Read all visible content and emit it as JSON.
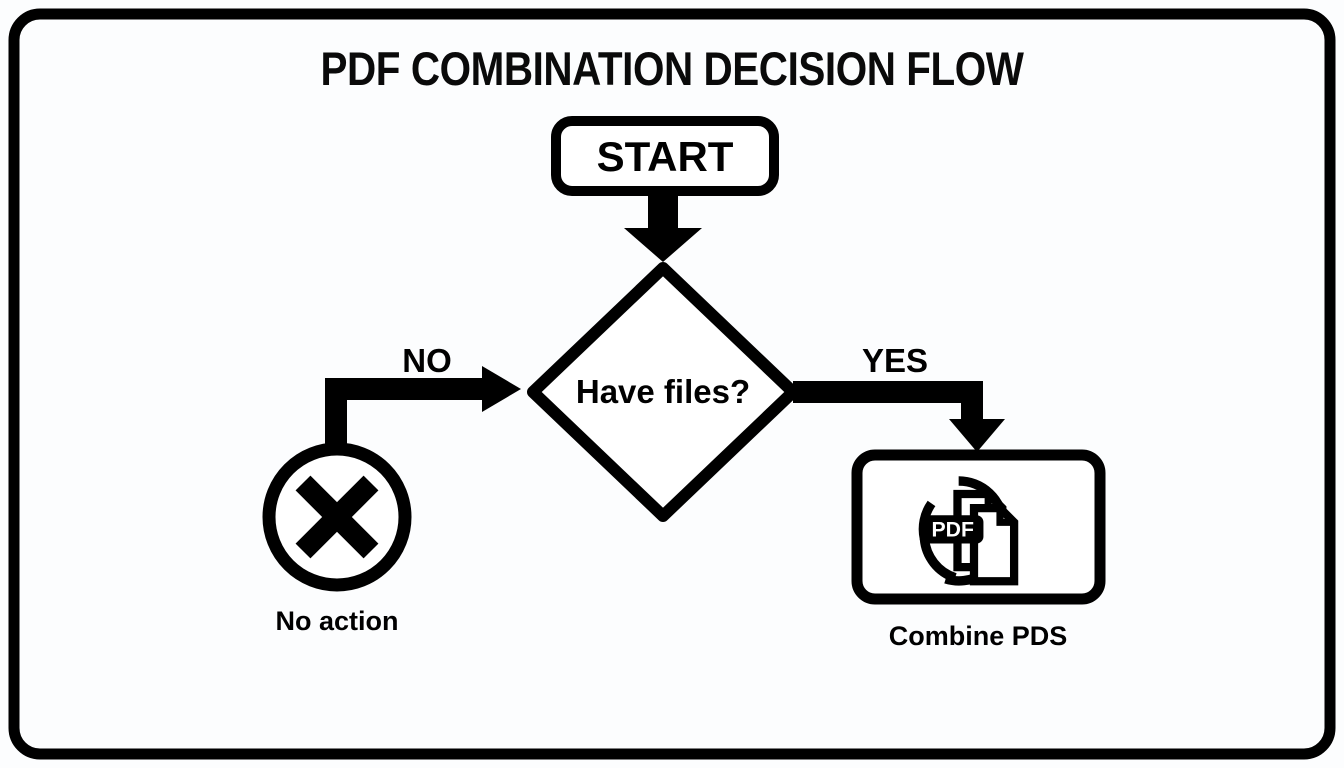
{
  "diagram": {
    "title": "PDF COMBINATION DECISION FLOW",
    "type": "flowchart",
    "style": {
      "stroke_color": "#000000",
      "fill_color": "#ffffff",
      "background_color": "#fcfdfe",
      "frame_color": "#000000"
    },
    "nodes": {
      "start": {
        "label": "START",
        "shape": "rounded-rectangle"
      },
      "decision": {
        "label": "Have files?",
        "shape": "diamond"
      },
      "no_outcome": {
        "label": "No action",
        "shape": "circle",
        "icon": "x-mark-icon"
      },
      "yes_outcome": {
        "label": "Combine PDS",
        "shape": "rounded-rectangle",
        "icon": "pdf-combine-icon",
        "icon_badge_text": "PDF"
      }
    },
    "edges": [
      {
        "from": "start",
        "to": "decision",
        "label": "",
        "direction": "down"
      },
      {
        "from": "decision",
        "to": "no_outcome",
        "label": "NO",
        "direction": "left"
      },
      {
        "from": "decision",
        "to": "yes_outcome",
        "label": "YES",
        "direction": "right"
      }
    ],
    "branch_labels": {
      "no": "NO",
      "yes": "YES"
    }
  }
}
